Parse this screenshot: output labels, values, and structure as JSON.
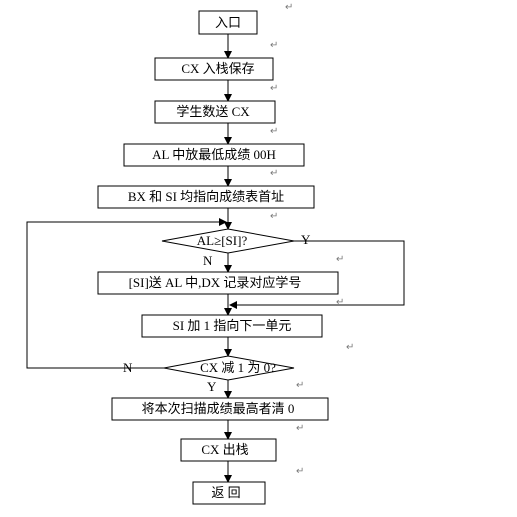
{
  "flowchart": {
    "nodes": {
      "entry": "入口",
      "push_cx": "CX 入栈保存",
      "count_to_cx": "学生数送 CX",
      "al_init": "AL 中放最低成绩 00H",
      "set_pointers": "BX 和 SI 均指向成绩表首址",
      "compare": "AL≥[SI]?",
      "record": "[SI]送 AL 中,DX 记录对应学号",
      "inc_si": "SI 加 1 指向下一单元",
      "dec_cx": "CX 减 1 为 0?",
      "clear_max": "将本次扫描成绩最高者清 0",
      "pop_cx": "CX 出栈",
      "return": "返 回"
    },
    "branch_labels": {
      "compare_yes": "Y",
      "compare_no": "N",
      "loop_no": "N",
      "loop_yes": "Y"
    }
  },
  "colors": {
    "stroke": "#000000",
    "paragraph_mark": "#7a7a7a"
  }
}
